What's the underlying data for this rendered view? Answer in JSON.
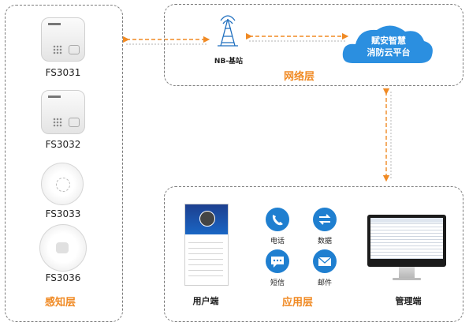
{
  "perception": {
    "title": "感知层",
    "devices": [
      {
        "label": "FS3031"
      },
      {
        "label": "FS3032"
      },
      {
        "label": "FS3033"
      },
      {
        "label": "FS3036"
      }
    ]
  },
  "network": {
    "title": "网络层",
    "station": "NB-基站",
    "cloud_line1": "赋安智慧",
    "cloud_line2": "消防云平台"
  },
  "application": {
    "title": "应用层",
    "user_end": "用户端",
    "admin_end": "管理端",
    "channels": [
      {
        "label": "电话",
        "icon": "phone-icon"
      },
      {
        "label": "数据",
        "icon": "data-transfer-icon"
      },
      {
        "label": "短信",
        "icon": "sms-icon"
      },
      {
        "label": "邮件",
        "icon": "mail-icon"
      }
    ]
  },
  "colors": {
    "accent": "#f08a24",
    "icon_blue": "#1f7fd0",
    "cloud_blue": "#2b8fe0",
    "border": "#7b7b7b"
  }
}
